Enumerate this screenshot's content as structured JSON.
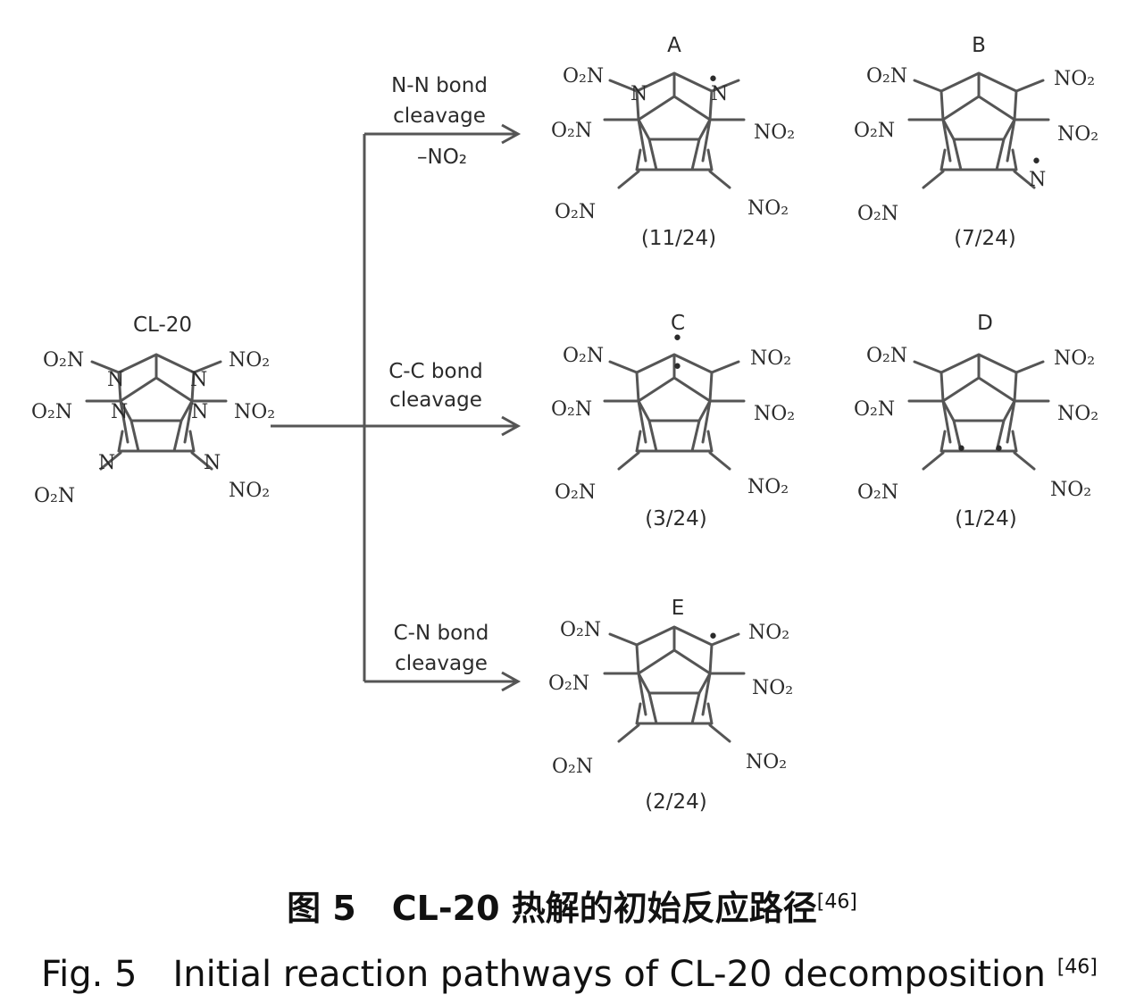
{
  "reactant": {
    "label": "CL-20"
  },
  "atoms": {
    "n": "N",
    "no2_left": "O₂N",
    "no2_right": "NO₂",
    "radical": "•"
  },
  "pathways": [
    {
      "line1": "N-N bond",
      "line2": "cleavage",
      "line3": "–NO₂"
    },
    {
      "line1": "C-C bond",
      "line2": "cleavage"
    },
    {
      "line1": "C-N bond",
      "line2": "cleavage"
    }
  ],
  "products": [
    {
      "label": "A",
      "ratio": "(11/24)"
    },
    {
      "label": "B",
      "ratio": "(7/24)"
    },
    {
      "label": "C",
      "ratio": "(3/24)"
    },
    {
      "label": "D",
      "ratio": "(1/24)"
    },
    {
      "label": "E",
      "ratio": "(2/24)"
    }
  ],
  "caption": {
    "cn_fig": "图 5",
    "cn_text": "CL-20 热解的初始反应路径",
    "en_fig": "Fig. 5",
    "en_text": "Initial reaction pathways of CL-20 decomposition",
    "ref": "[46]"
  }
}
